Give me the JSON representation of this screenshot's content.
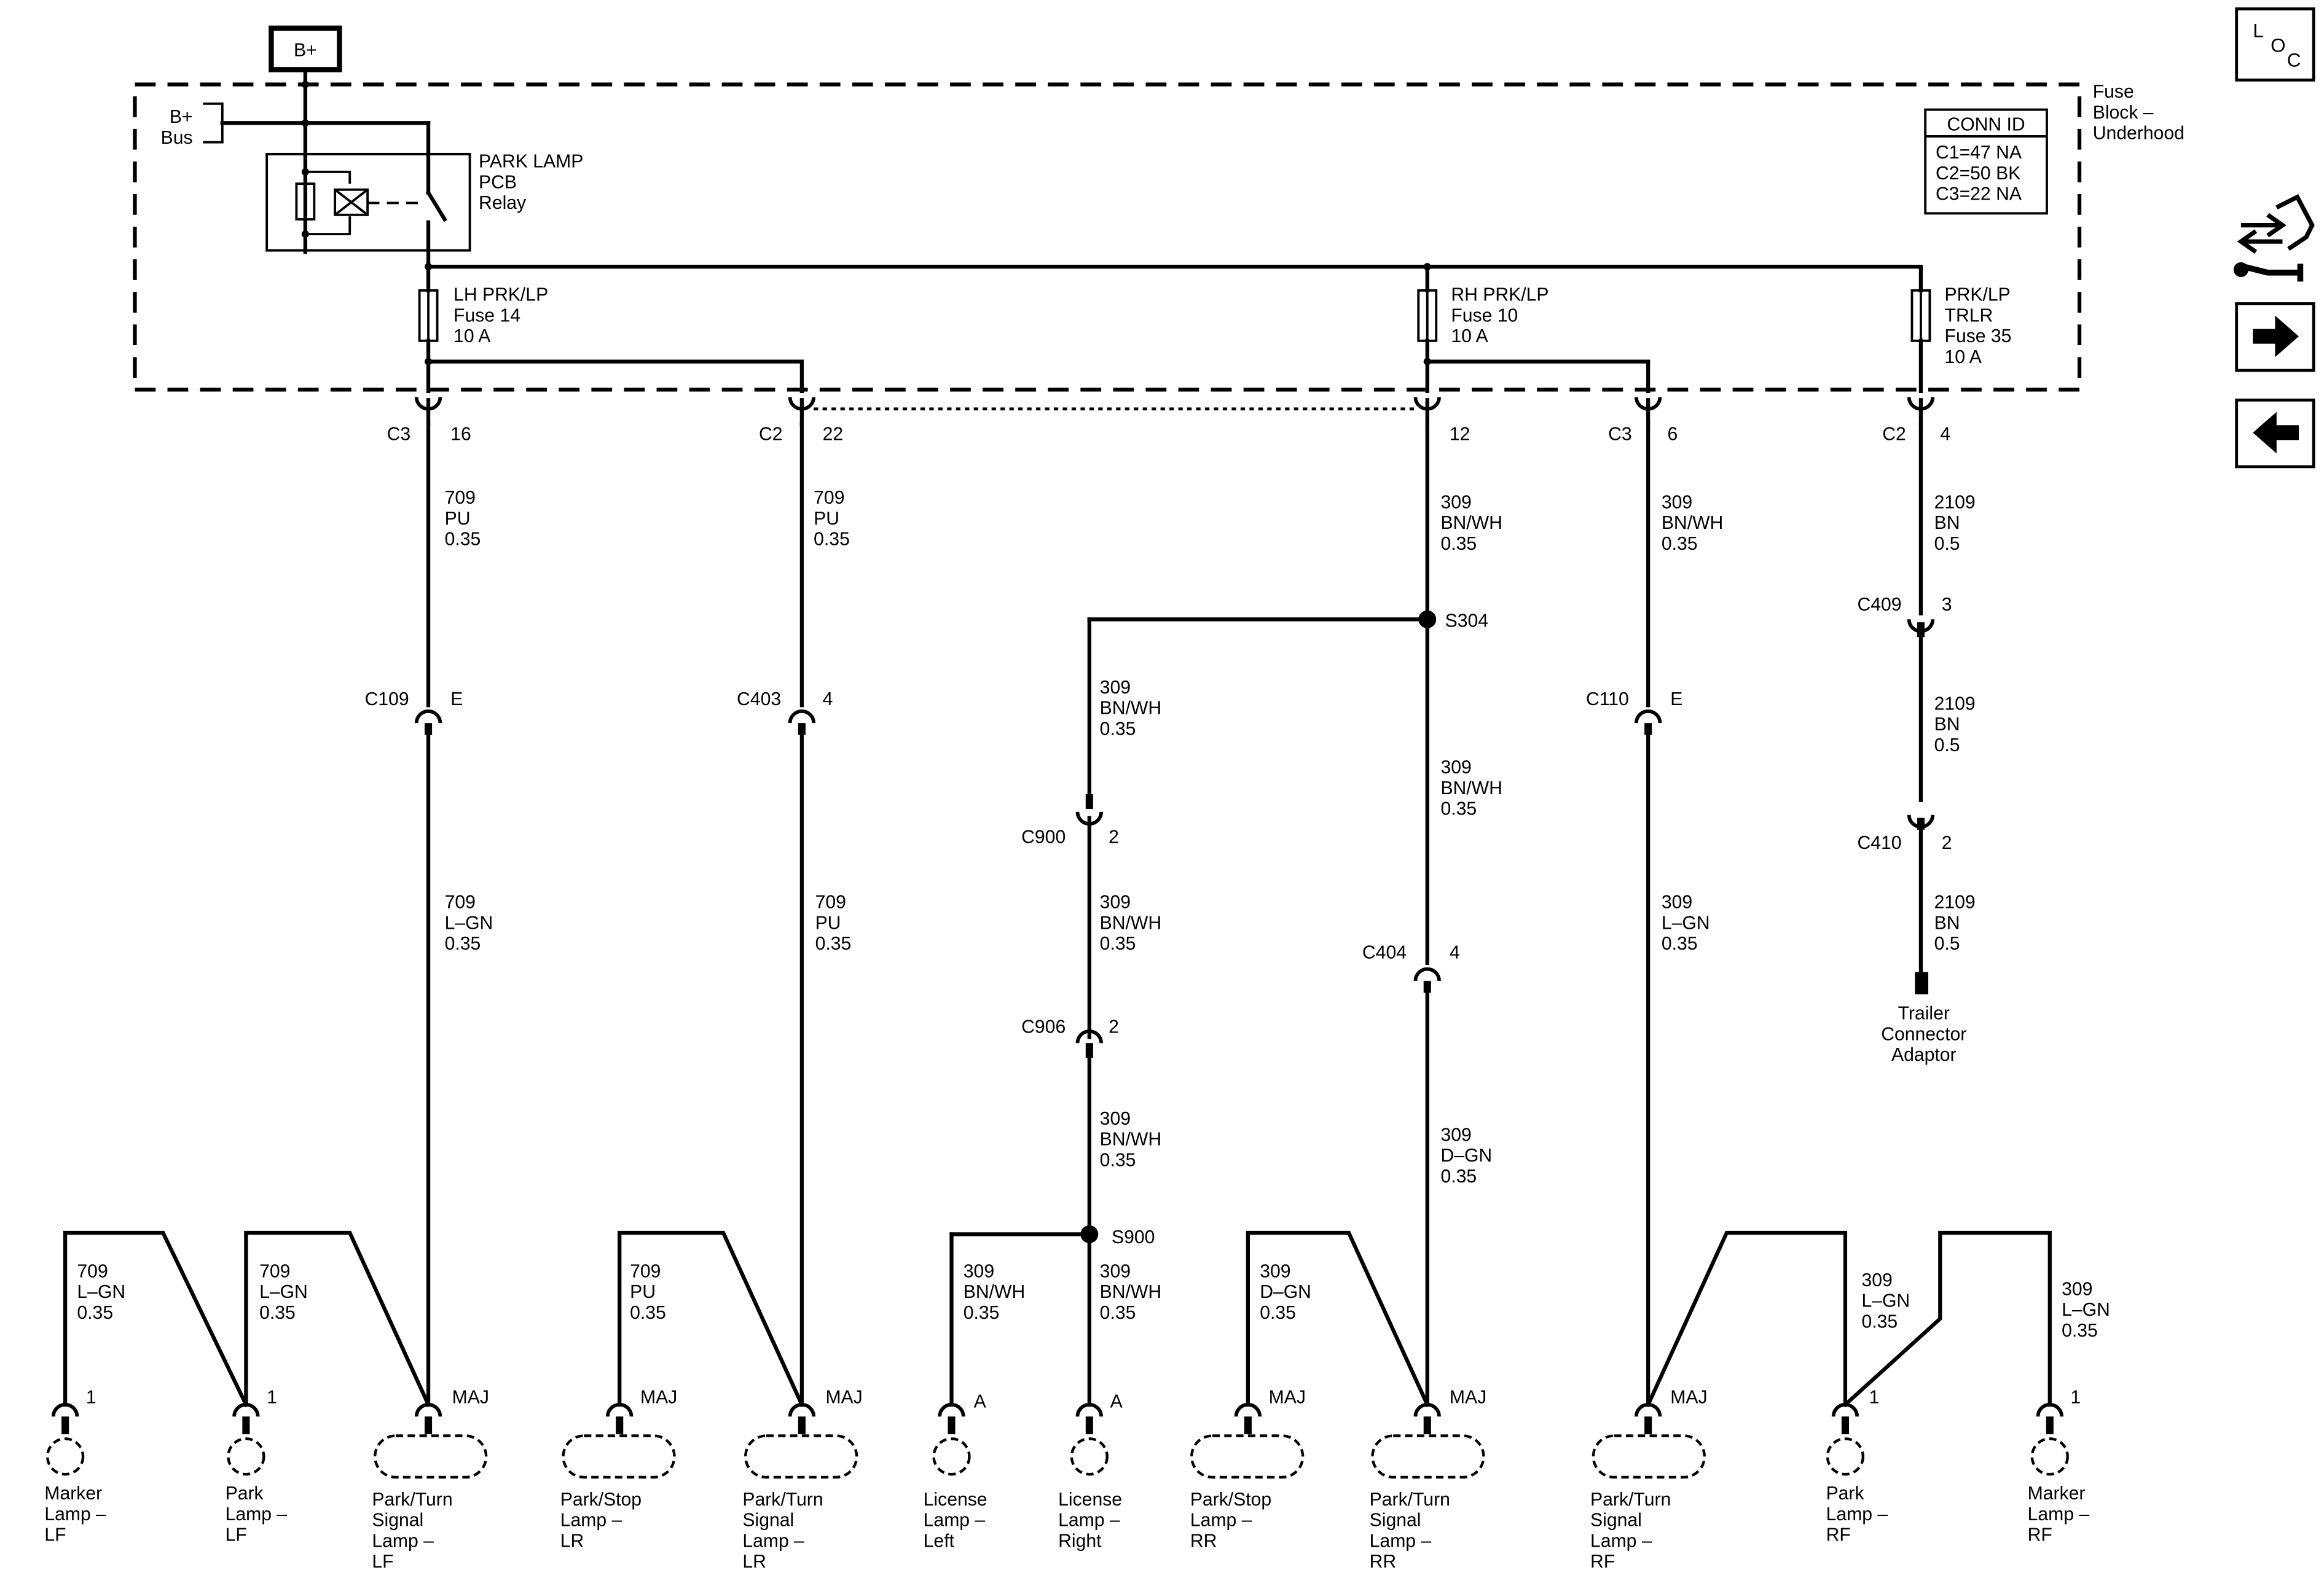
{
  "source": {
    "label": "B+"
  },
  "bus": {
    "label_lines": [
      "B+",
      "Bus"
    ]
  },
  "fuse_block": {
    "label_lines": [
      "Fuse",
      "Block –",
      "Underhood"
    ]
  },
  "relay": {
    "label_lines": [
      "PARK LAMP",
      "PCB",
      "Relay"
    ]
  },
  "conn_id": {
    "title": "CONN ID",
    "rows": [
      "C1=47 NA",
      "C2=50 BK",
      "C3=22 NA"
    ]
  },
  "fuses": [
    {
      "label_lines": [
        "LH PRK/LP",
        "Fuse 14",
        "10 A"
      ]
    },
    {
      "label_lines": [
        "RH PRK/LP",
        "Fuse 10",
        "10 A"
      ]
    },
    {
      "label_lines": [
        "PRK/LP",
        "TRLR",
        "Fuse 35",
        "10 A"
      ]
    }
  ],
  "connectors": {
    "c3_16": {
      "name": "C3",
      "pin": "16"
    },
    "c2_22": {
      "name": "C2",
      "pin": "22"
    },
    "c_12": {
      "pin": "12"
    },
    "c3_6": {
      "name": "C3",
      "pin": "6"
    },
    "c2_4": {
      "name": "C2",
      "pin": "4"
    },
    "c109": {
      "name": "C109",
      "pin": "E"
    },
    "c403": {
      "name": "C403",
      "pin": "4"
    },
    "c900": {
      "name": "C900",
      "pin": "2"
    },
    "c906": {
      "name": "C906",
      "pin": "2"
    },
    "c404": {
      "name": "C404",
      "pin": "4"
    },
    "c110": {
      "name": "C110",
      "pin": "E"
    },
    "c409": {
      "name": "C409",
      "pin": "3"
    },
    "c410": {
      "name": "C410",
      "pin": "2"
    }
  },
  "splices": {
    "s304": "S304",
    "s900": "S900"
  },
  "wires": {
    "w709_pu_1": [
      "709",
      "PU",
      "0.35"
    ],
    "w709_pu_2": [
      "709",
      "PU",
      "0.35"
    ],
    "w309_a": [
      "309",
      "BN/WH",
      "0.35"
    ],
    "w309_b": [
      "309",
      "BN/WH",
      "0.35"
    ],
    "w2109_a": [
      "2109",
      "BN",
      "0.5"
    ],
    "w309_c": [
      "309",
      "BN/WH",
      "0.35"
    ],
    "w309_d": [
      "309",
      "BN/WH",
      "0.35"
    ],
    "w2109_b": [
      "2109",
      "BN",
      "0.5"
    ],
    "w709_lgn_main": [
      "709",
      "L–GN",
      "0.35"
    ],
    "w709_pu_3": [
      "709",
      "PU",
      "0.35"
    ],
    "w309_e": [
      "309",
      "BN/WH",
      "0.35"
    ],
    "w309_lgn_main": [
      "309",
      "L–GN",
      "0.35"
    ],
    "w2109_c": [
      "2109",
      "BN",
      "0.5"
    ],
    "w309_f": [
      "309",
      "BN/WH",
      "0.35"
    ],
    "w309_dgn_main": [
      "309",
      "D–GN",
      "0.35"
    ],
    "w709_lgn_1": [
      "709",
      "L–GN",
      "0.35"
    ],
    "w709_lgn_2": [
      "709",
      "L–GN",
      "0.35"
    ],
    "w709_pu_4": [
      "709",
      "PU",
      "0.35"
    ],
    "w309_g": [
      "309",
      "BN/WH",
      "0.35"
    ],
    "w309_h": [
      "309",
      "BN/WH",
      "0.35"
    ],
    "w309_dgn_2": [
      "309",
      "D–GN",
      "0.35"
    ],
    "w309_lgn_2": [
      "309",
      "L–GN",
      "0.35"
    ],
    "w309_lgn_3": [
      "309",
      "L–GN",
      "0.35"
    ]
  },
  "trailer": {
    "label_lines": [
      "Trailer",
      "Connector",
      "Adaptor"
    ]
  },
  "lamps": [
    {
      "pin": "1",
      "label_lines": [
        "Marker",
        "Lamp –",
        "LF"
      ]
    },
    {
      "pin": "1",
      "label_lines": [
        "Park",
        "Lamp –",
        "LF"
      ]
    },
    {
      "pin": "MAJ",
      "label_lines": [
        "Park/Turn",
        "Signal",
        "Lamp –",
        "LF"
      ]
    },
    {
      "pin": "MAJ",
      "label_lines": [
        "Park/Stop",
        "Lamp –",
        "LR"
      ]
    },
    {
      "pin": "MAJ",
      "label_lines": [
        "Park/Turn",
        "Signal",
        "Lamp –",
        "LR"
      ]
    },
    {
      "pin": "A",
      "label_lines": [
        "License",
        "Lamp –",
        "Left"
      ]
    },
    {
      "pin": "A",
      "label_lines": [
        "License",
        "Lamp –",
        "Right"
      ]
    },
    {
      "pin": "MAJ",
      "label_lines": [
        "Park/Stop",
        "Lamp –",
        "RR"
      ]
    },
    {
      "pin": "MAJ",
      "label_lines": [
        "Park/Turn",
        "Signal",
        "Lamp –",
        "RR"
      ]
    },
    {
      "pin": "MAJ",
      "label_lines": [
        "Park/Turn",
        "Signal",
        "Lamp –",
        "RF"
      ]
    },
    {
      "pin": "1",
      "label_lines": [
        "Park",
        "Lamp –",
        "RF"
      ]
    },
    {
      "pin": "1",
      "label_lines": [
        "Marker",
        "Lamp –",
        "RF"
      ]
    }
  ],
  "nav": {
    "loc": {
      "chars": [
        "L",
        "O",
        "C"
      ],
      "icon": "location-icon"
    },
    "diag_icon": "wrench-arrows-icon",
    "next_icon": "arrow-right-icon",
    "prev_icon": "arrow-left-icon"
  }
}
